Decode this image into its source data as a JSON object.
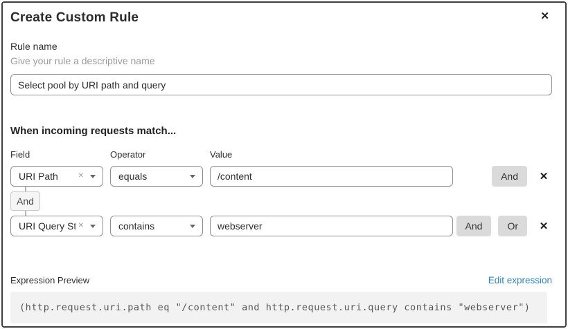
{
  "dialog": {
    "title": "Create Custom Rule"
  },
  "icons": {
    "close": "✕",
    "clear": "✕",
    "remove_row": "✕",
    "caret": "chevron-down"
  },
  "rule_name": {
    "label": "Rule name",
    "hint": "Give your rule a descriptive name",
    "value": "Select pool by URI path and query"
  },
  "match": {
    "heading": "When incoming requests match...",
    "columns": {
      "field": "Field",
      "operator": "Operator",
      "value": "Value"
    },
    "rows": [
      {
        "field": "URI Path",
        "operator": "equals",
        "value": "/content",
        "and_label": "And"
      },
      {
        "field": "URI Query St...",
        "operator": "contains",
        "value": "webserver",
        "and_label": "And",
        "or_label": "Or"
      }
    ],
    "connector_label": "And"
  },
  "expression": {
    "label": "Expression Preview",
    "edit_link": "Edit expression",
    "code": "(http.request.uri.path eq \"/content\" and http.request.uri.query contains \"webserver\")"
  },
  "colors": {
    "link_blue": "#2f85c2",
    "button_gray": "#dadada",
    "dialog_border": "#3f3f3f",
    "input_border": "#8f8f8f",
    "code_background": "#f2f2f2",
    "hint_gray": "#9b9b9b"
  }
}
